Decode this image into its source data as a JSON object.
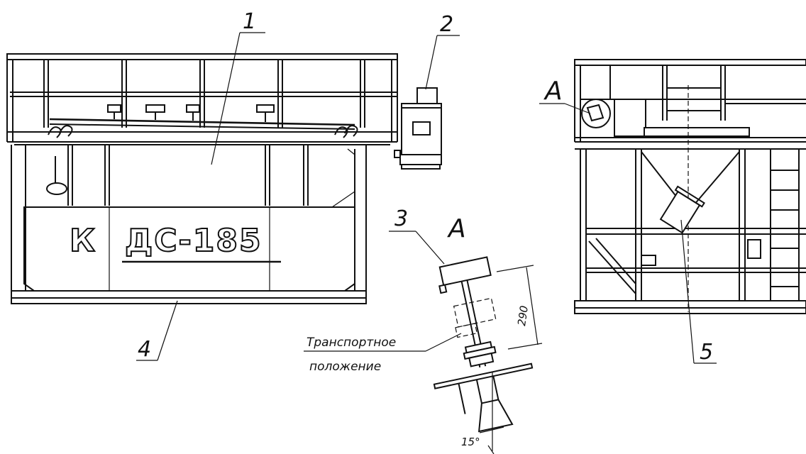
{
  "callouts": {
    "c1": "1",
    "c2": "2",
    "c3": "3",
    "c4": "4",
    "c5": "5",
    "view_a_right": "А",
    "view_a_detail": "А"
  },
  "notes": {
    "transport_line1": "Транспортное",
    "transport_line2": "положение"
  },
  "dimensions": {
    "length": "290",
    "angle": "15°"
  },
  "branding": {
    "logo_letter": "К",
    "model": "ДС-185"
  }
}
